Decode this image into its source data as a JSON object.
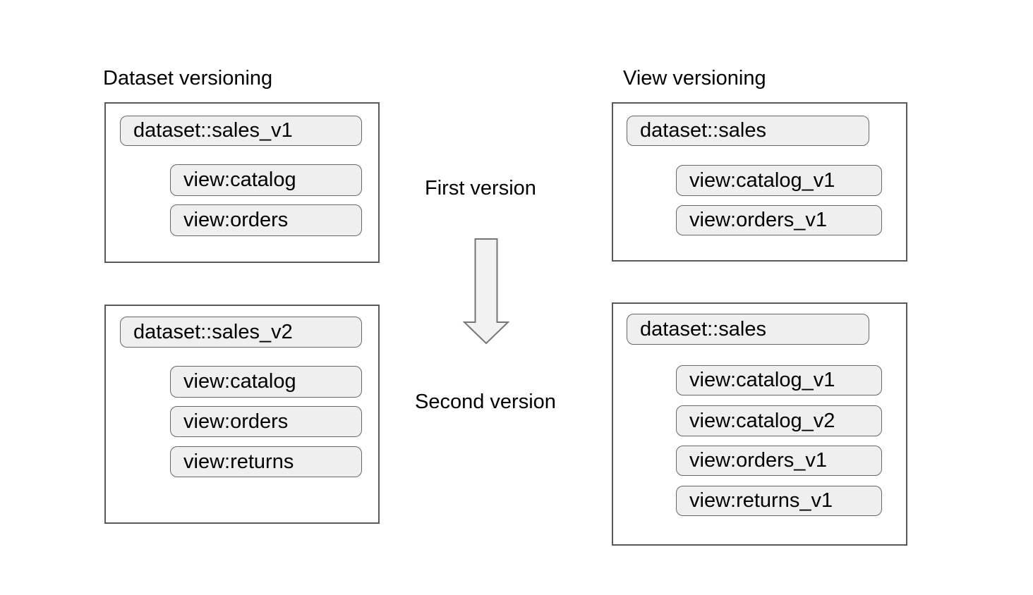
{
  "diagram": {
    "titles": {
      "left": "Dataset versioning",
      "right": "View versioning"
    },
    "flow": {
      "first_label": "First version",
      "second_label": "Second version",
      "arrow_direction": "down"
    },
    "dataset_versioning": {
      "first": {
        "dataset": "dataset::sales_v1",
        "views": [
          "view:catalog",
          "view:orders"
        ]
      },
      "second": {
        "dataset": "dataset::sales_v2",
        "views": [
          "view:catalog",
          "view:orders",
          "view:returns"
        ]
      }
    },
    "view_versioning": {
      "first": {
        "dataset": "dataset::sales",
        "views": [
          "view:catalog_v1",
          "view:orders_v1"
        ]
      },
      "second": {
        "dataset": "dataset::sales",
        "views": [
          "view:catalog_v1",
          "view:catalog_v2",
          "view:orders_v1",
          "view:returns_v1"
        ]
      }
    },
    "colors": {
      "background": "#ffffff",
      "box_border": "#595959",
      "pill_fill": "#efefef",
      "pill_border": "#666666",
      "arrow_fill": "#f2f2f2",
      "arrow_border": "#757575",
      "text": "#000000"
    }
  }
}
